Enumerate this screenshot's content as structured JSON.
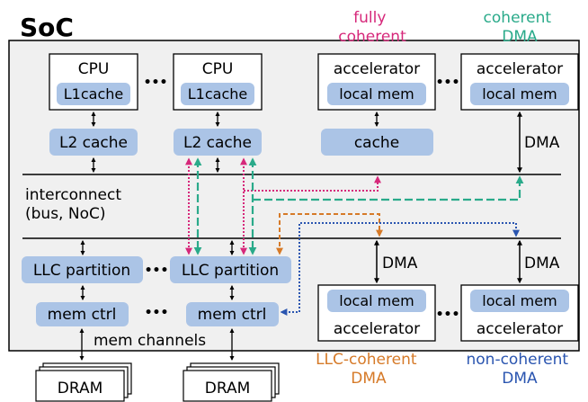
{
  "title": "SoC",
  "cpus": [
    {
      "name": "CPU",
      "l1": "L1cache",
      "l2": "L2 cache"
    },
    {
      "name": "CPU",
      "l1": "L1cache",
      "l2": "L2 cache"
    }
  ],
  "ellipsis": "•••",
  "top_accelerators": [
    {
      "name": "accelerator",
      "mem": "local mem",
      "cache": "cache",
      "category": "fully\ncoherent",
      "category_color": "#d6287a"
    },
    {
      "name": "accelerator",
      "mem": "local mem",
      "link": "DMA",
      "category": "coherent\nDMA",
      "category_color": "#2aaa8a"
    }
  ],
  "bottom_accelerators": [
    {
      "name": "accelerator",
      "mem": "local mem",
      "link": "DMA",
      "category": "LLC-coherent\nDMA",
      "category_color": "#d67a28"
    },
    {
      "name": "accelerator",
      "mem": "local mem",
      "link": "DMA",
      "category": "non-coherent\nDMA",
      "category_color": "#2a55b0"
    }
  ],
  "interconnect_label": "interconnect\n(bus, NoC)",
  "llc": [
    "LLC partition",
    "LLC partition"
  ],
  "mem_ctrl": [
    "mem ctrl",
    "mem ctrl"
  ],
  "mem_channels": "mem channels",
  "dram": [
    "DRAM",
    "DRAM"
  ],
  "colors": {
    "soc_fill": "#f0f0f0",
    "block_fill": "#abc4e6",
    "fully_coherent": "#d6287a",
    "coherent_dma": "#2aaa8a",
    "llc_coherent": "#d67a28",
    "non_coherent": "#2a55b0"
  }
}
